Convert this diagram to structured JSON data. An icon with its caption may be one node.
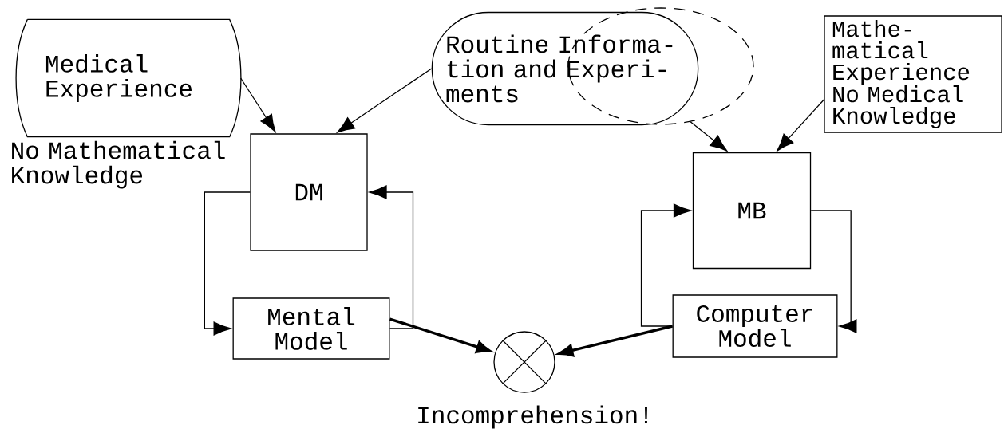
{
  "diagram": {
    "nodes": [
      {
        "text": [
          "Medical Experience"
        ],
        "beside": [
          "No Mathematical Knowledge"
        ]
      },
      {
        "text": [
          "Routine Informa- tion and Experi- ments"
        ]
      },
      {
        "text": [],
        "shape": "ellipse"
      },
      {
        "text": [
          "Mathe- matical Experience",
          "No Medical Knowledge"
        ]
      },
      {
        "text": [
          "DM"
        ]
      },
      {
        "text": [
          "MB"
        ]
      },
      {
        "text": [
          "Mental Model"
        ]
      },
      {
        "text": [
          "Computer Model"
        ]
      },
      {
        "text": [],
        "shape": "circle",
        "beside": [
          "Incomprehension!"
        ]
      }
    ],
    "edges": [
      {
        "from": 0,
        "to": 4,
        "arrow": "to"
      },
      {
        "from": 1,
        "to": 4,
        "arrow": "to"
      },
      {
        "from": 2,
        "to": 5,
        "arrow": "to"
      },
      {
        "from": 3,
        "to": 5,
        "arrow": "to"
      },
      {
        "from": 4,
        "to": 6,
        "arrow": "to"
      },
      {
        "from": 6,
        "to": 4,
        "arrow": "to"
      },
      {
        "from": 5,
        "to": 7,
        "arrow": "to"
      },
      {
        "from": 7,
        "to": 5,
        "arrow": "to"
      },
      {
        "from": 6,
        "to": 8,
        "arrow": "to",
        "style": "thick"
      },
      {
        "from": 7,
        "to": 8,
        "arrow": "to",
        "style": "thick"
      }
    ]
  }
}
